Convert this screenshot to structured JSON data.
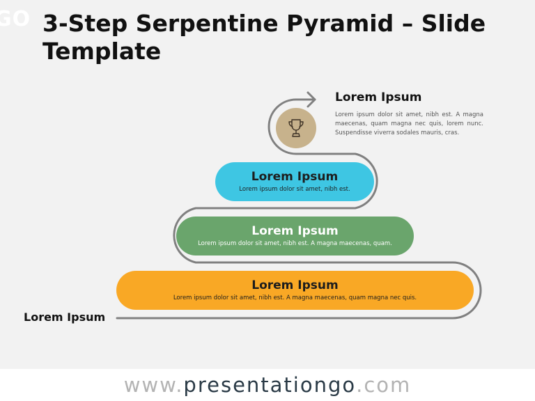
{
  "logo_fragment": "GO",
  "title": "3-Step Serpentine Pyramid – Slide Template",
  "goal": {
    "icon": "trophy-icon",
    "title": "Lorem Ipsum",
    "text": "Lorem ipsum dolor sit amet, nibh est. A magna maecenas, quam magna nec quis, lorem nunc. Suspendisse viverra sodales mauris, cras."
  },
  "steps": [
    {
      "title": "Lorem Ipsum",
      "text": "Lorem ipsum dolor sit amet, nibh est.",
      "color": "#3ec6e3"
    },
    {
      "title": "Lorem Ipsum",
      "text": "Lorem ipsum dolor sit amet, nibh est. A magna maecenas, quam.",
      "color": "#6aa56c"
    },
    {
      "title": "Lorem Ipsum",
      "text": "Lorem ipsum dolor sit amet, nibh est. A magna maecenas, quam magna nec quis.",
      "color": "#f9a825"
    }
  ],
  "start_label": "Lorem Ipsum",
  "footer": {
    "prefix": "www.",
    "brand": "presentationgo",
    "suffix": ".com"
  },
  "colors": {
    "path": "#808080",
    "trophy_circle": "#c7b28c",
    "background": "#f2f2f2"
  }
}
